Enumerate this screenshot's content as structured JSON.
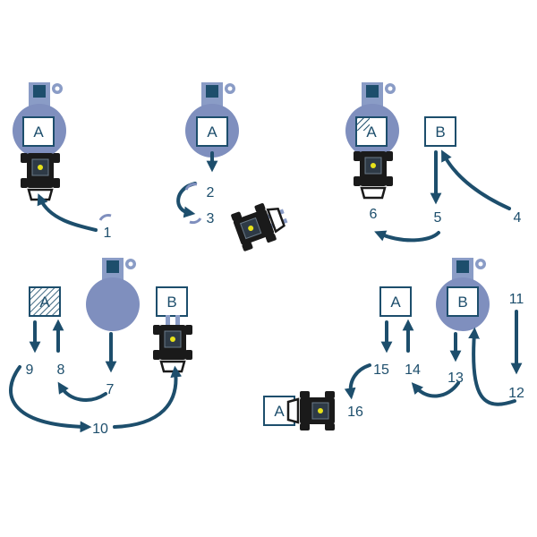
{
  "colors": {
    "arrow": "#1d4e6c",
    "turntable": "#7f8fbe",
    "column": "#8a9cc6",
    "column_head": "#1d4e6c",
    "robot": "#1a1a1a",
    "box_border": "#1d4e6c"
  },
  "boxes": {
    "s1_a": "A",
    "s2_a": "A",
    "s3_a": "A",
    "s3_b": "B",
    "s4_a": "A",
    "s4_b": "B",
    "s5_a": "A",
    "s5_b": "B",
    "s5_a_out": "A"
  },
  "steps": [
    "1",
    "2",
    "3",
    "4",
    "5",
    "6",
    "7",
    "8",
    "9",
    "10",
    "11",
    "12",
    "13",
    "14",
    "15",
    "16"
  ]
}
